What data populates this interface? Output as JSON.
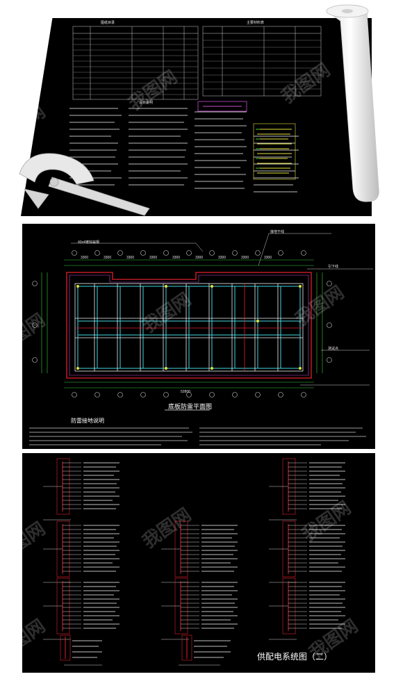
{
  "sheet1": {
    "table_title_left": "图纸目录",
    "table_title_right": "主要材料表",
    "notes_title": "设计说明"
  },
  "sheet2": {
    "plan_title": "底板防雷平面图",
    "notes_title": "防雷接地说明",
    "callouts": [
      "40x4镀锌扁钢",
      "接地干线",
      "引下线",
      "测试点"
    ],
    "dims_top": [
      "3300",
      "3300",
      "3300",
      "3300",
      "3300",
      "3300",
      "3300",
      "3300",
      "3300"
    ],
    "dims_total": "52800"
  },
  "sheet3": {
    "title": "供配电系统图（二）"
  },
  "watermark": "我图网",
  "colors": {
    "panel_bg": "#000000",
    "cad_cyan": "#3fd7e6",
    "cad_red": "#e0202a",
    "cad_yellow": "#e6e23a",
    "cad_green": "#39d13f",
    "cad_magenta": "#c84bd1"
  }
}
